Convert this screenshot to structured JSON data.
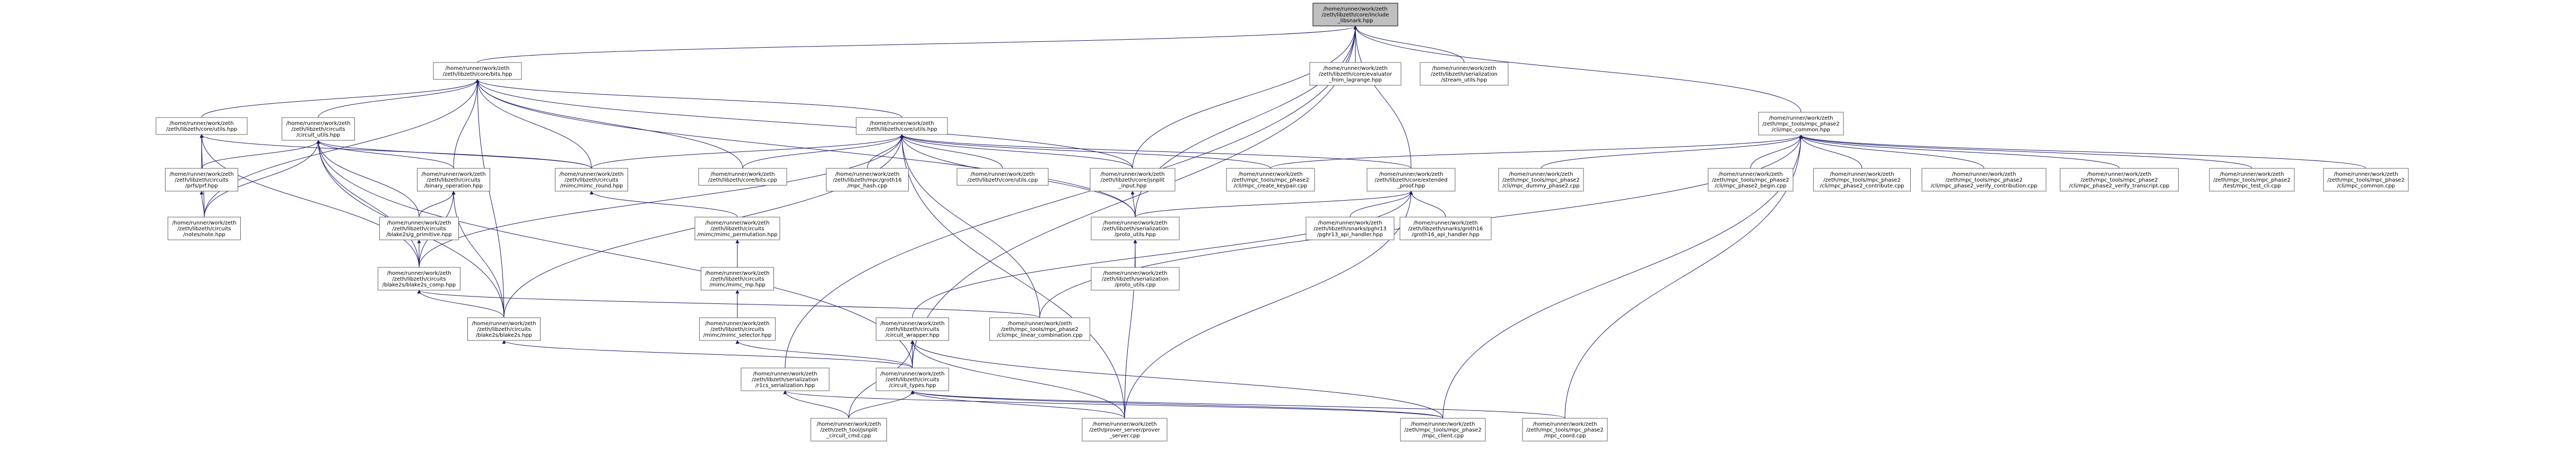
{
  "graph": {
    "root": "n0",
    "nodes": [
      {
        "id": "n0",
        "lines": [
          "/home/runner/work/zeth",
          "/zeth/libzeth/core/include",
          "_libsnark.hpp"
        ]
      },
      {
        "id": "n1",
        "lines": [
          "/home/runner/work/zeth",
          "/zeth/libzeth/core/bits.hpp"
        ]
      },
      {
        "id": "n2",
        "lines": [
          "/home/runner/work/zeth",
          "/zeth/libzeth/core/evaluator",
          "_from_lagrange.hpp"
        ]
      },
      {
        "id": "n3",
        "lines": [
          "/home/runner/work/zeth",
          "/zeth/libzeth/serialization",
          "/stream_utils.hpp"
        ]
      },
      {
        "id": "n4",
        "lines": [
          "/home/runner/work/zeth",
          "/zeth/mpc_tools/mpc_phase2",
          "/cli/mpc_common.hpp"
        ]
      },
      {
        "id": "n5",
        "lines": [
          "/home/runner/work/zeth",
          "/zeth/libzeth/core/utils.hpp"
        ]
      },
      {
        "id": "n6",
        "lines": [
          "/home/runner/work/zeth",
          "/zeth/libzeth/circuits",
          "/circuit_utils.hpp"
        ]
      },
      {
        "id": "n7",
        "lines": [
          "/home/runner/work/zeth",
          "/zeth/libzeth/core/utils.hpp"
        ]
      },
      {
        "id": "n8",
        "lines": [
          "/home/runner/work/zeth",
          "/zeth/libzeth/circuits",
          "/prfs/prf.hpp"
        ]
      },
      {
        "id": "n9",
        "lines": [
          "/home/runner/work/zeth",
          "/zeth/libzeth/circuits",
          "/binary_operation.hpp"
        ]
      },
      {
        "id": "n10",
        "lines": [
          "/home/runner/work/zeth",
          "/zeth/libzeth/circuits",
          "/mimc/mimc_round.hpp"
        ]
      },
      {
        "id": "n11",
        "lines": [
          "/home/runner/work/zeth",
          "/zeth/libzeth/core/bits.cpp"
        ]
      },
      {
        "id": "n12",
        "lines": [
          "/home/runner/work/zeth",
          "/zeth/libzeth/mpc/groth16",
          "/mpc_hash.cpp"
        ]
      },
      {
        "id": "n13",
        "lines": [
          "/home/runner/work/zeth",
          "/zeth/libzeth/core/utils.cpp"
        ]
      },
      {
        "id": "n14",
        "lines": [
          "/home/runner/work/zeth",
          "/zeth/libzeth/core/jsnplit",
          "_input.hpp"
        ]
      },
      {
        "id": "n15",
        "lines": [
          "/home/runner/work/zeth",
          "/zeth/mpc_tools/mpc_phase2",
          "/cli/mpc_create_keypair.cpp"
        ]
      },
      {
        "id": "n16",
        "lines": [
          "/home/runner/work/zeth",
          "/zeth/libzeth/core/extended",
          "_proof.hpp"
        ]
      },
      {
        "id": "n17",
        "lines": [
          "/home/runner/work/zeth",
          "/zeth/mpc_tools/mpc_phase2",
          "/cli/mpc_dummy_phase2.cpp"
        ]
      },
      {
        "id": "n18",
        "lines": [
          "/home/runner/work/zeth",
          "/zeth/mpc_tools/mpc_phase2",
          "/cli/mpc_phase2_begin.cpp"
        ]
      },
      {
        "id": "n19",
        "lines": [
          "/home/runner/work/zeth",
          "/zeth/mpc_tools/mpc_phase2",
          "/cli/mpc_phase2_contribute.cpp"
        ]
      },
      {
        "id": "n20",
        "lines": [
          "/home/runner/work/zeth",
          "/zeth/mpc_tools/mpc_phase2",
          "/cli/mpc_phase2_verify_contribution.cpp"
        ]
      },
      {
        "id": "n21",
        "lines": [
          "/home/runner/work/zeth",
          "/zeth/mpc_tools/mpc_phase2",
          "/cli/mpc_phase2_verify_transcript.cpp"
        ]
      },
      {
        "id": "n22",
        "lines": [
          "/home/runner/work/zeth",
          "/zeth/mpc_tools/mpc_phase2",
          "/test/mpc_test_cli.cpp"
        ]
      },
      {
        "id": "n23",
        "lines": [
          "/home/runner/work/zeth",
          "/zeth/mpc_tools/mpc_phase2",
          "/cli/mpc_common.cpp"
        ]
      },
      {
        "id": "n24",
        "lines": [
          "/home/runner/work/zeth",
          "/zeth/libzeth/circuits",
          "/notes/note.hpp"
        ]
      },
      {
        "id": "n25",
        "lines": [
          "/home/runner/work/zeth",
          "/zeth/libzeth/circuits",
          "/blake2s/g_primitive.hpp"
        ]
      },
      {
        "id": "n26",
        "lines": [
          "/home/runner/work/zeth",
          "/zeth/libzeth/circuits",
          "/mimc/mimc_permutation.hpp"
        ]
      },
      {
        "id": "n27",
        "lines": [
          "/home/runner/work/zeth",
          "/zeth/libzeth/serialization",
          "/proto_utils.hpp"
        ]
      },
      {
        "id": "n28",
        "lines": [
          "/home/runner/work/zeth",
          "/zeth/libzeth/snarks/pghr13",
          "/pghr13_api_handler.hpp"
        ]
      },
      {
        "id": "n29",
        "lines": [
          "/home/runner/work/zeth",
          "/zeth/libzeth/snarks/groth16",
          "/groth16_api_handler.hpp"
        ]
      },
      {
        "id": "n30",
        "lines": [
          "/home/runner/work/zeth",
          "/zeth/libzeth/circuits",
          "/blake2s/blake2s_comp.hpp"
        ]
      },
      {
        "id": "n31",
        "lines": [
          "/home/runner/work/zeth",
          "/zeth/libzeth/circuits",
          "/mimc/mimc_mp.hpp"
        ]
      },
      {
        "id": "n32",
        "lines": [
          "/home/runner/work/zeth",
          "/zeth/libzeth/serialization",
          "/proto_utils.cpp"
        ]
      },
      {
        "id": "n33",
        "lines": [
          "/home/runner/work/zeth",
          "/zeth/libzeth/circuits",
          "/blake2s/blake2s.hpp"
        ]
      },
      {
        "id": "n34",
        "lines": [
          "/home/runner/work/zeth",
          "/zeth/libzeth/circuits",
          "/mimc/mimc_selector.hpp"
        ]
      },
      {
        "id": "n35",
        "lines": [
          "/home/runner/work/zeth",
          "/zeth/libzeth/circuits",
          "/circuit_wrapper.hpp"
        ]
      },
      {
        "id": "n36",
        "lines": [
          "/home/runner/work/zeth",
          "/zeth/mpc_tools/mpc_phase2",
          "/cli/mpc_linear_combination.cpp"
        ]
      },
      {
        "id": "n37",
        "lines": [
          "/home/runner/work/zeth",
          "/zeth/libzeth/serialization",
          "/r1cs_serialization.hpp"
        ]
      },
      {
        "id": "n38",
        "lines": [
          "/home/runner/work/zeth",
          "/zeth/libzeth/circuits",
          "/circuit_types.hpp"
        ]
      },
      {
        "id": "n39",
        "lines": [
          "/home/runner/work/zeth",
          "/zeth/zeth_tool/jsnplit",
          "_circuit_cmd.cpp"
        ]
      },
      {
        "id": "n40",
        "lines": [
          "/home/runner/work/zeth",
          "/zeth/prover_server/prover",
          "_server.cpp"
        ]
      },
      {
        "id": "n41",
        "lines": [
          "/home/runner/work/zeth",
          "/zeth/mpc_tools/mpc_phase2",
          "/mpc_client.cpp"
        ]
      },
      {
        "id": "n42",
        "lines": [
          "/home/runner/work/zeth",
          "/zeth/mpc_tools/mpc_phase2",
          "/mpc_coord.cpp"
        ]
      }
    ],
    "edges": [
      [
        "n0",
        "n1"
      ],
      [
        "n0",
        "n2"
      ],
      [
        "n0",
        "n3"
      ],
      [
        "n0",
        "n4"
      ],
      [
        "n0",
        "n27"
      ],
      [
        "n0",
        "n16"
      ],
      [
        "n0",
        "n37"
      ],
      [
        "n0",
        "n38"
      ],
      [
        "n0",
        "n14"
      ],
      [
        "n1",
        "n5"
      ],
      [
        "n1",
        "n6"
      ],
      [
        "n1",
        "n7"
      ],
      [
        "n1",
        "n9"
      ],
      [
        "n1",
        "n10"
      ],
      [
        "n1",
        "n11"
      ],
      [
        "n1",
        "n14"
      ],
      [
        "n1",
        "n24"
      ],
      [
        "n1",
        "n33"
      ],
      [
        "n1",
        "n27"
      ],
      [
        "n4",
        "n15"
      ],
      [
        "n4",
        "n17"
      ],
      [
        "n4",
        "n18"
      ],
      [
        "n4",
        "n19"
      ],
      [
        "n4",
        "n20"
      ],
      [
        "n4",
        "n21"
      ],
      [
        "n4",
        "n22"
      ],
      [
        "n4",
        "n23"
      ],
      [
        "n4",
        "n36"
      ],
      [
        "n4",
        "n41"
      ],
      [
        "n4",
        "n42"
      ],
      [
        "n5",
        "n8"
      ],
      [
        "n5",
        "n24"
      ],
      [
        "n5",
        "n30"
      ],
      [
        "n5",
        "n10"
      ],
      [
        "n6",
        "n8"
      ],
      [
        "n6",
        "n9"
      ],
      [
        "n6",
        "n24"
      ],
      [
        "n6",
        "n25"
      ],
      [
        "n6",
        "n30"
      ],
      [
        "n6",
        "n33"
      ],
      [
        "n6",
        "n38"
      ],
      [
        "n6",
        "n10"
      ],
      [
        "n7",
        "n10"
      ],
      [
        "n7",
        "n11"
      ],
      [
        "n7",
        "n12"
      ],
      [
        "n7",
        "n13"
      ],
      [
        "n7",
        "n14"
      ],
      [
        "n7",
        "n15"
      ],
      [
        "n7",
        "n16"
      ],
      [
        "n7",
        "n27"
      ],
      [
        "n7",
        "n30"
      ],
      [
        "n7",
        "n33"
      ],
      [
        "n7",
        "n36"
      ],
      [
        "n7",
        "n40"
      ],
      [
        "n8",
        "n24"
      ],
      [
        "n9",
        "n25"
      ],
      [
        "n9",
        "n30"
      ],
      [
        "n9",
        "n33"
      ],
      [
        "n10",
        "n26"
      ],
      [
        "n14",
        "n27"
      ],
      [
        "n16",
        "n27"
      ],
      [
        "n16",
        "n28"
      ],
      [
        "n16",
        "n29"
      ],
      [
        "n16",
        "n35"
      ],
      [
        "n16",
        "n40"
      ],
      [
        "n25",
        "n30"
      ],
      [
        "n26",
        "n31"
      ],
      [
        "n27",
        "n32"
      ],
      [
        "n27",
        "n40"
      ],
      [
        "n30",
        "n33"
      ],
      [
        "n30",
        "n36"
      ],
      [
        "n31",
        "n34"
      ],
      [
        "n33",
        "n38"
      ],
      [
        "n34",
        "n38"
      ],
      [
        "n35",
        "n38"
      ],
      [
        "n35",
        "n39"
      ],
      [
        "n35",
        "n40"
      ],
      [
        "n35",
        "n41"
      ],
      [
        "n37",
        "n39"
      ],
      [
        "n37",
        "n41"
      ],
      [
        "n38",
        "n39"
      ],
      [
        "n38",
        "n40"
      ],
      [
        "n38",
        "n41"
      ],
      [
        "n38",
        "n42"
      ]
    ]
  }
}
